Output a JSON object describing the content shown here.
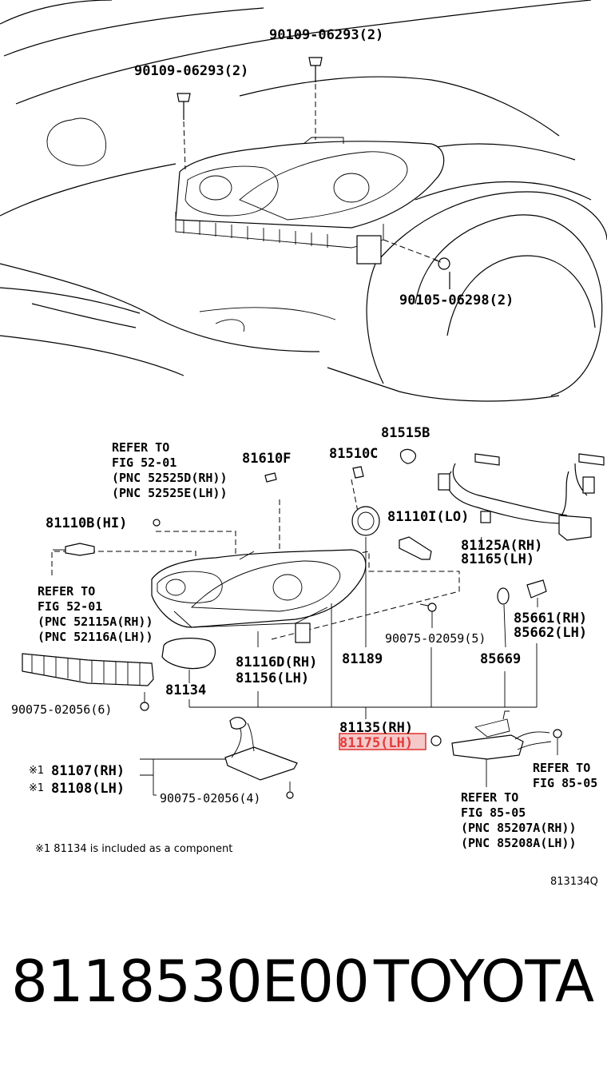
{
  "labels": {
    "bolt_top_1": "90109-06293(2)",
    "bolt_top_2": "90109-06293(2)",
    "bolt_right": "90105-06298(2)",
    "p81515b": "81515B",
    "p81510c": "81510C",
    "p81610f": "81610F",
    "refer1_l1": "REFER TO",
    "refer1_l2": "FIG 52-01",
    "refer1_l3": "(PNC 52525D(RH))",
    "refer1_l4": "(PNC 52525E(LH))",
    "p81110b": "81110B(HI)",
    "p81110i": "81110I(LO)",
    "p81125a": "81125A(RH)",
    "p81165": "81165(LH)",
    "refer2_l1": "REFER TO",
    "refer2_l2": "FIG 52-01",
    "refer2_l3": "(PNC 52115A(RH))",
    "refer2_l4": "(PNC 52116A(LH))",
    "p85661": "85661(RH)",
    "p85662": "85662(LH)",
    "p90075_02059": "90075-02059(5)",
    "p81116d": "81116D(RH)",
    "p81156": "81156(LH)",
    "p81189": "81189",
    "p85669": "85669",
    "p81134": "81134",
    "p90075_02056a": "90075-02056(6)",
    "p81135": "81135(RH)",
    "p81175": "81175(LH)",
    "mark1a": "※1",
    "p81107": "81107(RH)",
    "mark1b": "※1",
    "p81108": "81108(LH)",
    "p90075_02056b": "90075-02056(4)",
    "refer3_l1": "REFER TO",
    "refer3_l2": "FIG 85-05",
    "refer4_l1": "REFER TO",
    "refer4_l2": "FIG 85-05",
    "refer4_l3": "(PNC 85207A(RH))",
    "refer4_l4": "(PNC 85208A(LH))",
    "footnote": "※1  81134 is included as a component",
    "figure_code": "813134Q"
  },
  "caption": {
    "part_number": "8118530E00",
    "brand": "TOYOTA"
  },
  "colors": {
    "highlight": "#e23b3b",
    "highlight_fill": "#f6c9c9"
  }
}
